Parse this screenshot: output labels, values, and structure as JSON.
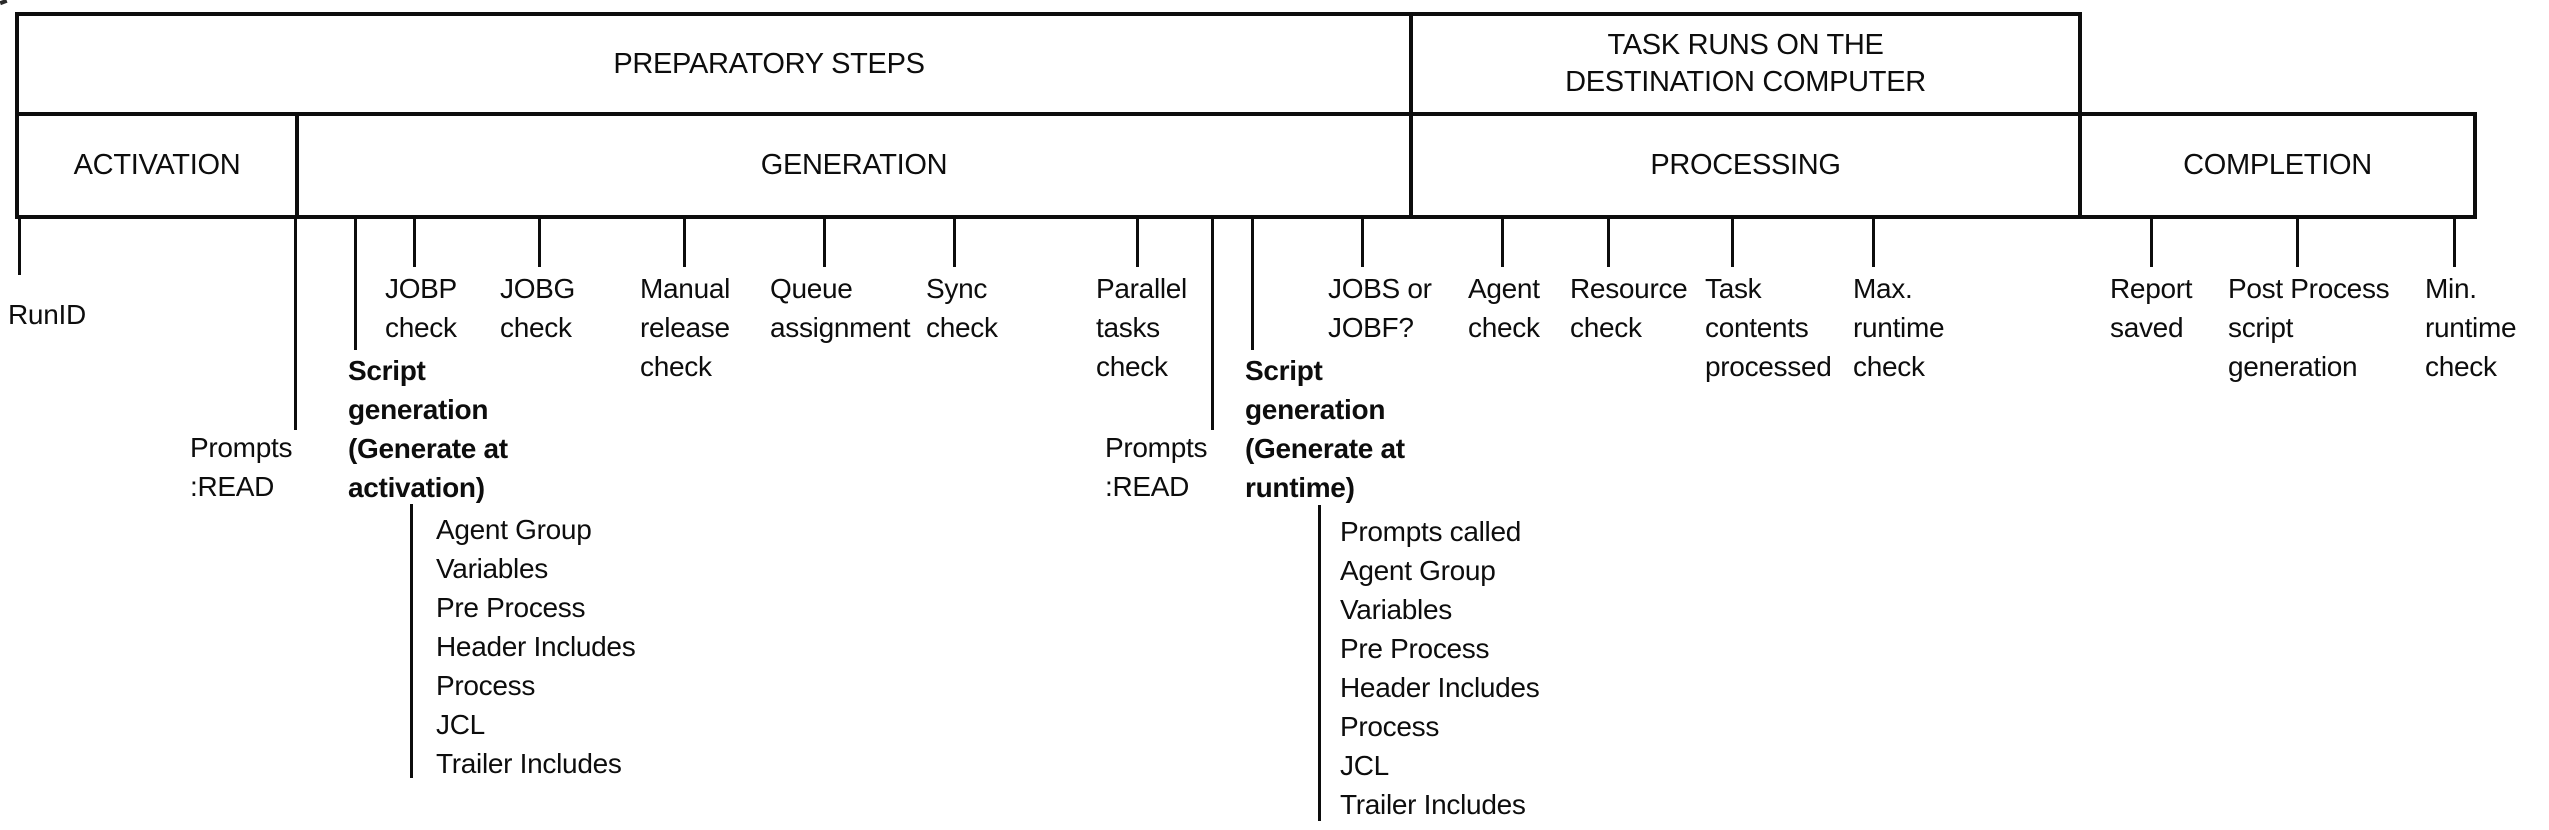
{
  "colors": {
    "line": "#0d0d0d",
    "background": "#ffffff"
  },
  "header": {
    "row1": [
      {
        "label": "PREPARATORY STEPS"
      },
      {
        "label": "TASK RUNS ON THE\nDESTINATION COMPUTER"
      }
    ],
    "row2": [
      {
        "label": "ACTIVATION"
      },
      {
        "label": "GENERATION"
      },
      {
        "label": "PROCESSING"
      },
      {
        "label": "COMPLETION"
      }
    ]
  },
  "steps": [
    {
      "id": "runid",
      "label": "RunID"
    },
    {
      "id": "prompts-read-1",
      "label": "Prompts\n:READ"
    },
    {
      "id": "script-generation-activation",
      "label": "Script\ngeneration\n(Generate at\nactivation)",
      "bold": true,
      "sublist": [
        "Agent Group",
        "Variables",
        "Pre Process",
        "Header Includes",
        "Process",
        "JCL",
        "Trailer Includes"
      ]
    },
    {
      "id": "jobp-check",
      "label": "JOBP\ncheck"
    },
    {
      "id": "jobg-check",
      "label": "JOBG\ncheck"
    },
    {
      "id": "manual-release-check",
      "label": "Manual\nrelease\ncheck"
    },
    {
      "id": "queue-assignment",
      "label": "Queue\nassignment"
    },
    {
      "id": "sync-check",
      "label": "Sync\ncheck"
    },
    {
      "id": "parallel-tasks-check",
      "label": "Parallel\ntasks\ncheck"
    },
    {
      "id": "prompts-read-2",
      "label": "Prompts\n:READ"
    },
    {
      "id": "script-generation-runtime",
      "label": "Script\ngeneration\n(Generate at\nruntime)",
      "bold": true,
      "sublist": [
        "Prompts called",
        "Agent Group",
        "Variables",
        "Pre Process",
        "Header Includes",
        "Process",
        "JCL",
        "Trailer Includes"
      ]
    },
    {
      "id": "jobs-or-jobf",
      "label": "JOBS or\nJOBF?"
    },
    {
      "id": "agent-check",
      "label": "Agent\ncheck"
    },
    {
      "id": "resource-check",
      "label": "Resource\ncheck"
    },
    {
      "id": "task-contents-processed",
      "label": "Task\ncontents\nprocessed"
    },
    {
      "id": "max-runtime-check",
      "label": "Max.\nruntime\ncheck"
    },
    {
      "id": "report-saved",
      "label": "Report\nsaved"
    },
    {
      "id": "post-process-script-generation",
      "label": "Post Process\nscript\ngeneration"
    },
    {
      "id": "min-runtime-check",
      "label": "Min.\nruntime\ncheck"
    }
  ]
}
